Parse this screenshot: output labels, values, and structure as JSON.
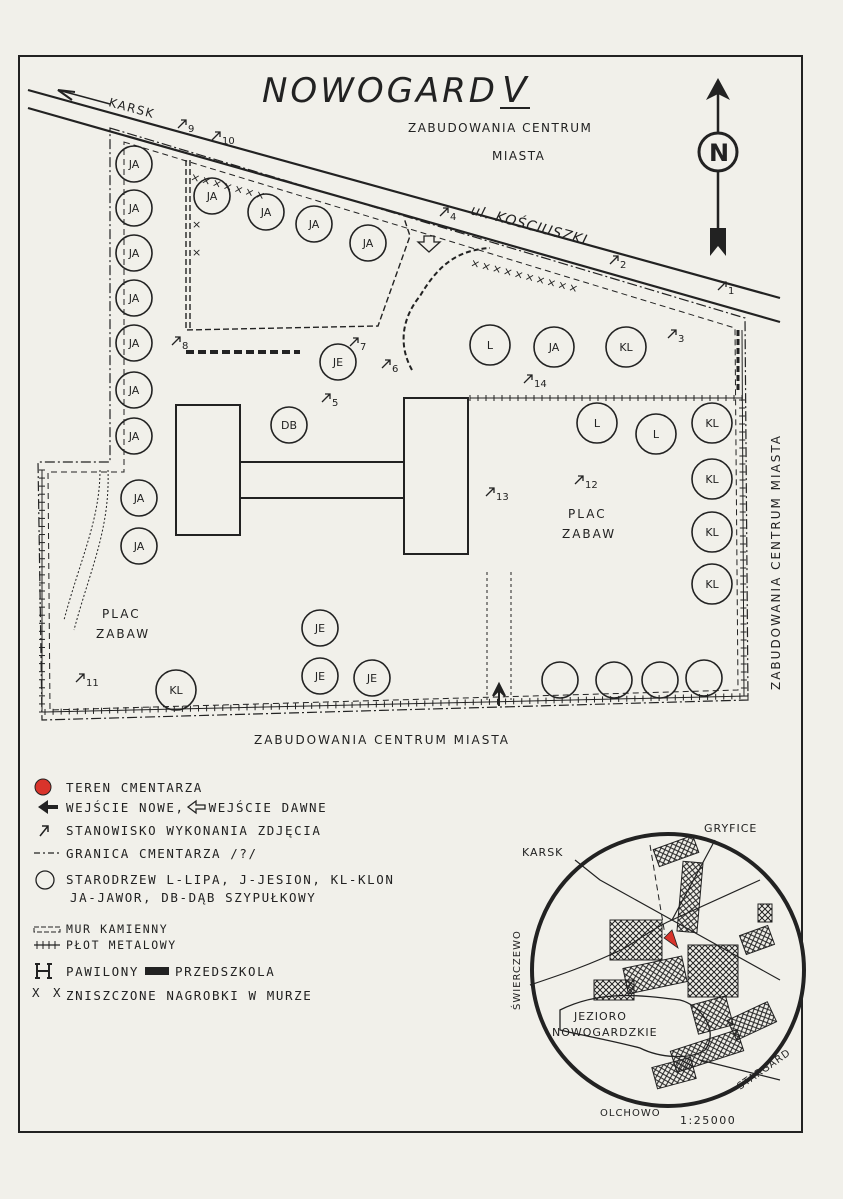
{
  "title": {
    "name": "NOWOGARD",
    "numeral": "V"
  },
  "compass": {
    "letter": "N"
  },
  "labels": {
    "north_buildings_1": "ZABUDOWANIA CENTRUM",
    "north_buildings_2": "MIASTA",
    "street": "ul. KOŚCIUSZKI",
    "karsk": "KARSK",
    "east_buildings": "ZABUDOWANIA CENTRUM MIASTA",
    "south_buildings": "ZABUDOWANIA CENTRUM MIASTA",
    "playground_right_1": "PLAC",
    "playground_right_2": "ZABAW",
    "playground_left_1": "PLAC",
    "playground_left_2": "ZABAW"
  },
  "photo_points": [
    "10",
    "4",
    "2",
    "1",
    "3",
    "7",
    "8",
    "6",
    "5",
    "14",
    "12",
    "13",
    "11",
    "9"
  ],
  "trees": [
    {
      "code": "JA"
    },
    {
      "code": "JA"
    },
    {
      "code": "JA"
    },
    {
      "code": "JA"
    },
    {
      "code": "JA"
    },
    {
      "code": "JA"
    },
    {
      "code": "JA"
    },
    {
      "code": "JA"
    },
    {
      "code": "JA"
    },
    {
      "code": "JA"
    },
    {
      "code": "JA"
    },
    {
      "code": "JA"
    },
    {
      "code": "JA"
    },
    {
      "code": "JE"
    },
    {
      "code": "DB"
    },
    {
      "code": "L"
    },
    {
      "code": "JA"
    },
    {
      "code": "KL"
    },
    {
      "code": "L"
    },
    {
      "code": "L"
    },
    {
      "code": "KL"
    },
    {
      "code": "KL"
    },
    {
      "code": "KL"
    },
    {
      "code": "KL"
    },
    {
      "code": "JE"
    },
    {
      "code": "JE"
    },
    {
      "code": "JE"
    },
    {
      "code": "KL"
    },
    {
      "code": ""
    },
    {
      "code": ""
    },
    {
      "code": ""
    },
    {
      "code": ""
    }
  ],
  "legend": {
    "cemetery_area": "TEREN CMENTARZA",
    "entrance_new": "WEJŚCIE NOWE,",
    "entrance_old": "WEJŚCIE DAWNE",
    "photo_station": "STANOWISKO WYKONANIA ZDJĘCIA",
    "boundary": "GRANICA CMENTARZA /?/",
    "old_trees_1": "STARODRZEW L-LIPA, J-JESION, KL-KLON",
    "old_trees_2": "JA-JAWOR, DB-DĄB SZYPUŁKOWY",
    "stone_wall": "MUR KAMIENNY",
    "metal_fence": "PŁOT METALOWY",
    "pavilions": "PAWILONY",
    "preschool": "PRZEDSZKOLA",
    "destroyed_graves": "ZNISZCZONE NAGROBKI W MURZE",
    "xx": "X X"
  },
  "inset": {
    "gryfice": "GRYFICE",
    "karsk": "KARSK",
    "swierczewo": "ŚWIERCZEWO",
    "lake_1": "JEZIORO",
    "lake_2": "NOWOGARDZKIE",
    "olchowo": "OLCHOWO",
    "stargard": "STARGARD",
    "scale": "1:25000"
  },
  "colors": {
    "ink": "#222222",
    "cemetery": "#d9342b",
    "paper": "#f1f0ea"
  }
}
